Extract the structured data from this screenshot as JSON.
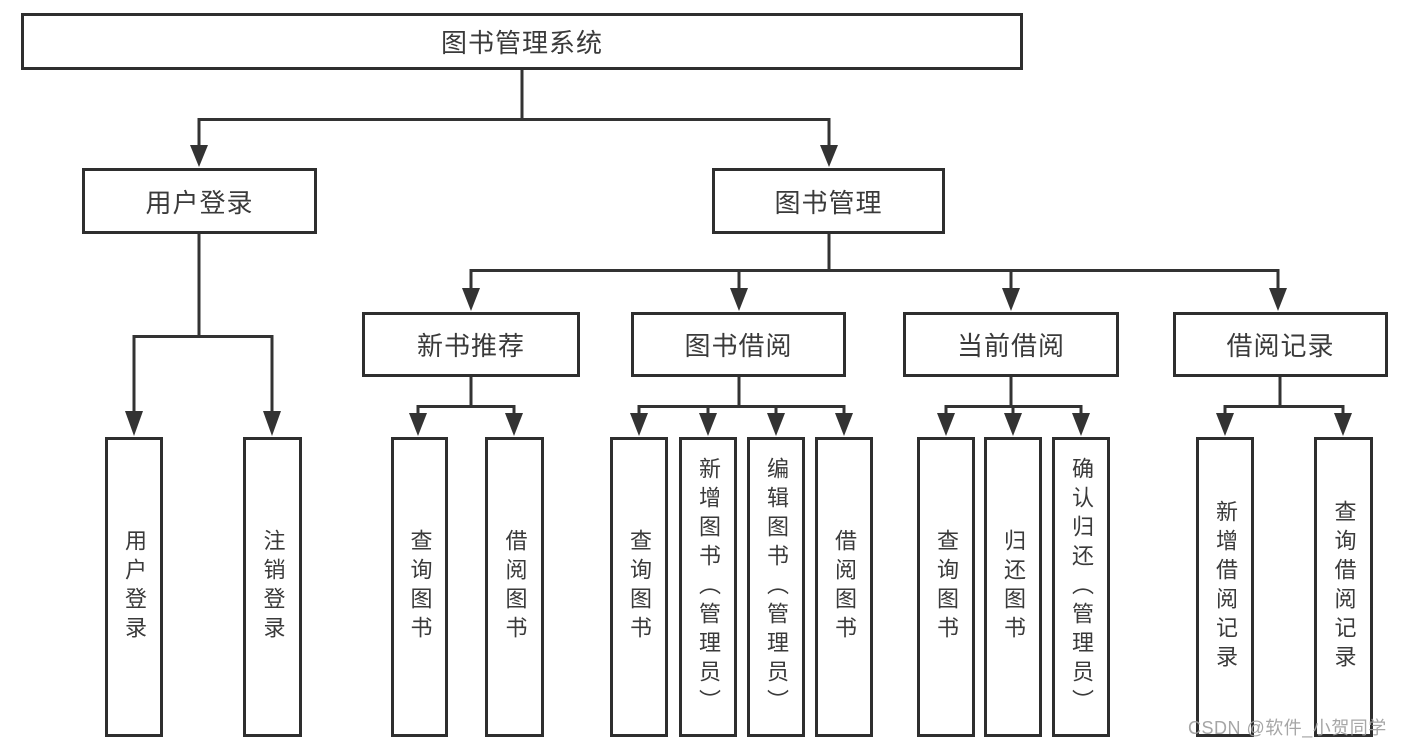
{
  "watermark": "CSDN @软件_小贺同学",
  "colors": {
    "line": "#333333",
    "box_border": "#2e2e2e",
    "text": "#3a3a3a",
    "background": "#ffffff",
    "watermark": "#9e9e9e"
  },
  "tree": {
    "root": "图书管理系统",
    "user_branch": {
      "label": "用户登录",
      "children": [
        "用户登录",
        "注销登录"
      ]
    },
    "book_branch": {
      "label": "图书管理",
      "groups": [
        {
          "label": "新书推荐",
          "children": [
            "查询图书",
            "借阅图书"
          ]
        },
        {
          "label": "图书借阅",
          "children": [
            "查询图书",
            "新增图书（管理员）",
            "编辑图书（管理员）",
            "借阅图书"
          ]
        },
        {
          "label": "当前借阅",
          "children": [
            "查询图书",
            "归还图书",
            "确认归还（管理员）"
          ]
        },
        {
          "label": "借阅记录",
          "children": [
            "新增借阅记录",
            "查询借阅记录"
          ]
        }
      ]
    }
  }
}
